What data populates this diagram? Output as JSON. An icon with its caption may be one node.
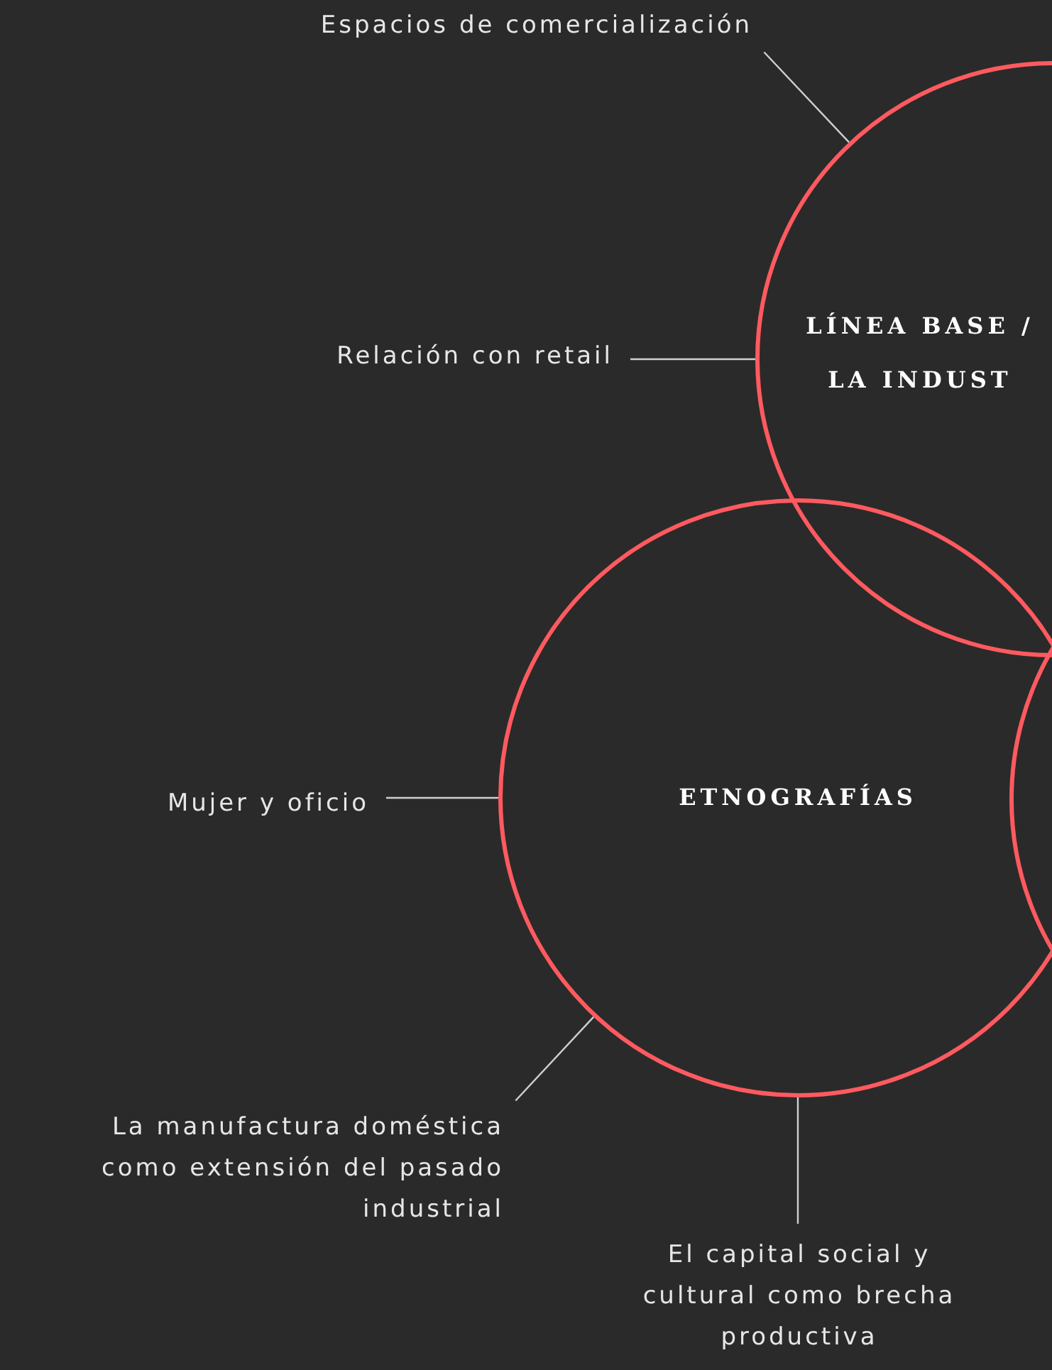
{
  "diagram": {
    "nodes": [
      {
        "text": [
          "LÍNEA BASE / LA INDUST"
        ]
      },
      {
        "text": [
          "ETNOGRAFÍAS"
        ]
      },
      {
        "text": [],
        "shape": "circle"
      },
      {
        "text": [
          "Espacios de comercialización"
        ]
      },
      {
        "text": [
          "Relación con retail"
        ]
      },
      {
        "text": [
          "Mujer y oficio"
        ]
      },
      {
        "text": [
          "La manufactura doméstica como extensión del pasado industrial"
        ]
      },
      {
        "text": [
          "El capital social y cultural como brecha productiva"
        ]
      }
    ],
    "edges": [
      {
        "from": 3,
        "to": 0,
        "arrow": "none"
      },
      {
        "from": 4,
        "to": 0,
        "arrow": "none"
      },
      {
        "from": 5,
        "to": 1,
        "arrow": "none"
      },
      {
        "from": 6,
        "to": 1,
        "arrow": "none"
      },
      {
        "from": 7,
        "to": 1,
        "arrow": "none"
      }
    ]
  }
}
